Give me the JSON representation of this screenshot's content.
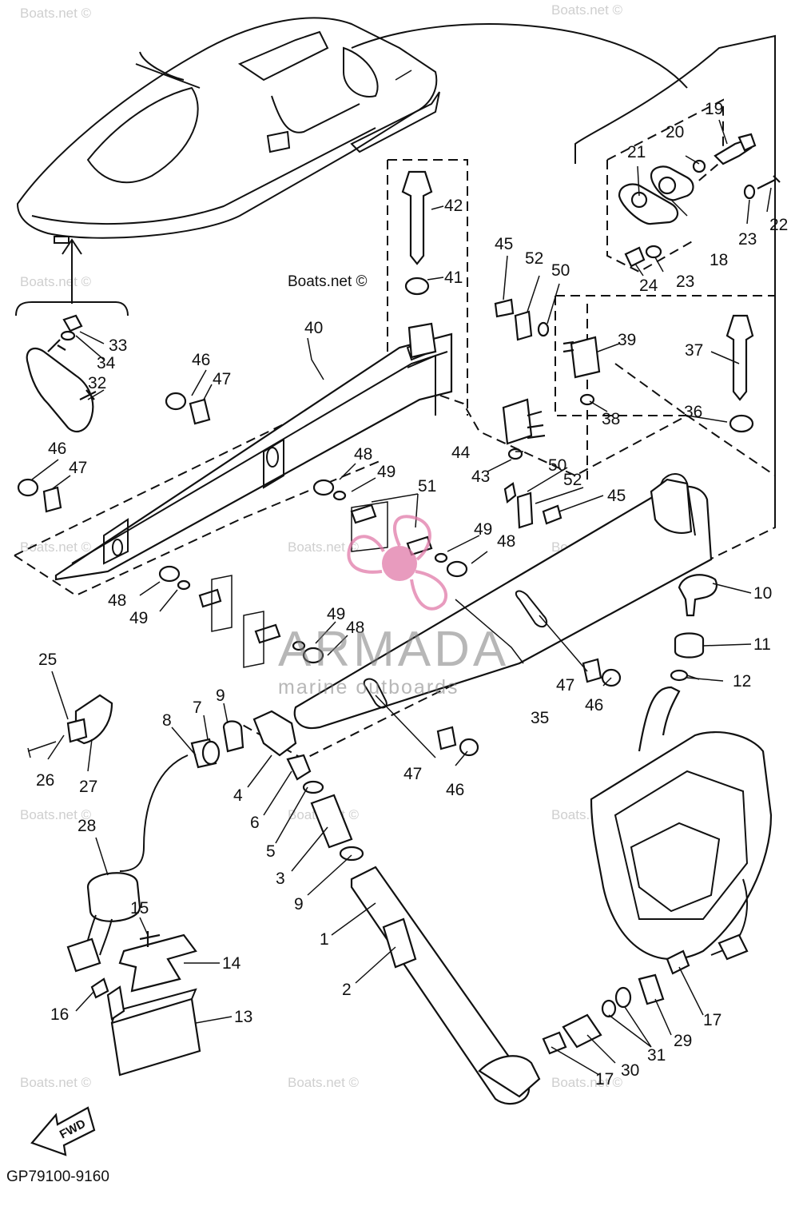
{
  "diagram": {
    "code": "GP79100-9160",
    "direction_label": "FWD",
    "watermark": "Boats.net ©",
    "brand": {
      "name": "ARMADA",
      "tagline": "marine outboards"
    },
    "callouts": [
      "1",
      "2",
      "3",
      "4",
      "5",
      "6",
      "7",
      "8",
      "9",
      "10",
      "11",
      "12",
      "13",
      "14",
      "15",
      "16",
      "17",
      "18",
      "19",
      "20",
      "21",
      "22",
      "23",
      "24",
      "25",
      "26",
      "27",
      "28",
      "29",
      "30",
      "31",
      "32",
      "33",
      "34",
      "35",
      "36",
      "37",
      "38",
      "39",
      "40",
      "41",
      "42",
      "43",
      "44",
      "45",
      "46",
      "47",
      "48",
      "49",
      "50",
      "51",
      "52"
    ]
  },
  "colors": {
    "line": "#111111",
    "background": "#ffffff",
    "watermark": "#cfcfcf",
    "brand_grey": "#7b7b7b",
    "brand_pink": "#e07aa8"
  }
}
